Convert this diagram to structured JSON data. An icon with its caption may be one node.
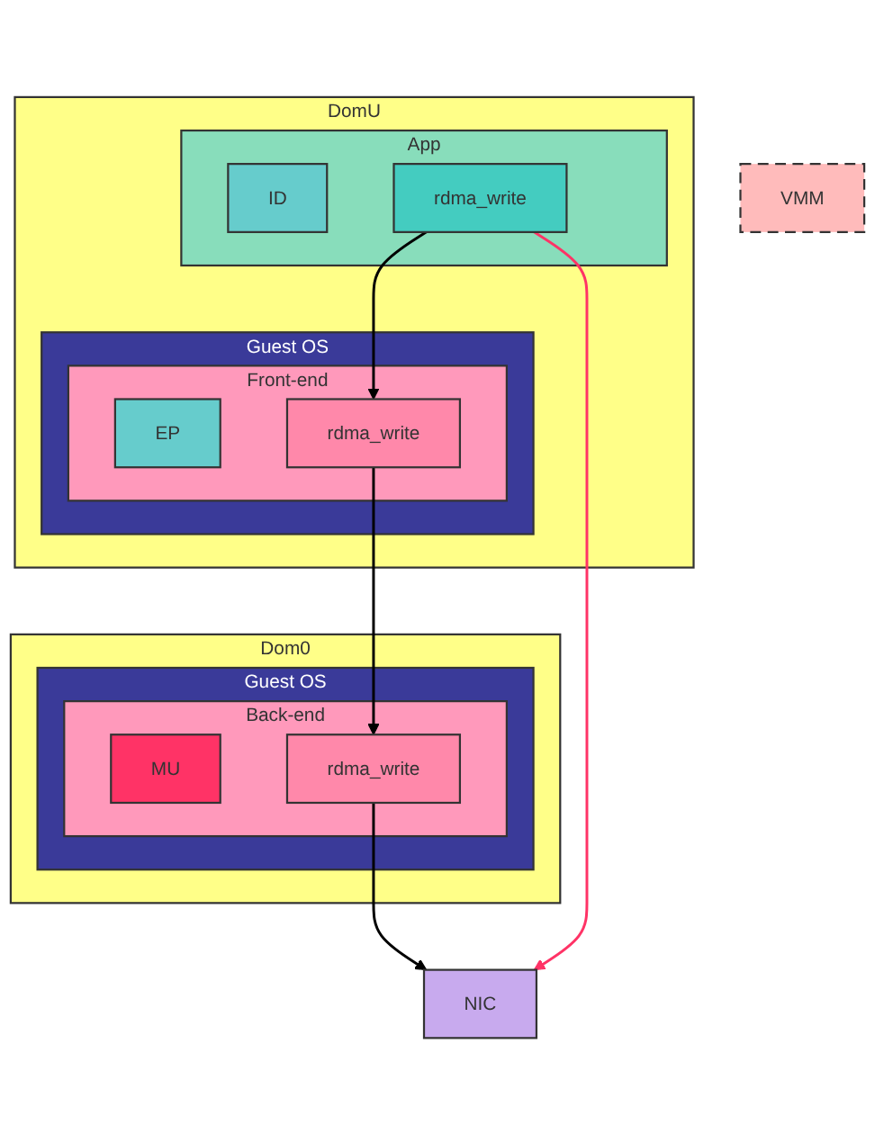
{
  "diagram": {
    "nodes": [
      {
        "text": [
          "Dom0"
        ]
      },
      {
        "text": [
          "Guest OS"
        ],
        "in": 0
      },
      {
        "text": [
          "Back-end"
        ],
        "in": 1
      },
      {
        "text": [
          "MU"
        ],
        "in": 2
      },
      {
        "text": [
          "rdma_write"
        ],
        "in": 2
      },
      {
        "text": [
          "DomU"
        ]
      },
      {
        "text": [
          "App"
        ],
        "in": 5
      },
      {
        "text": [
          "ID"
        ],
        "in": 6
      },
      {
        "text": [
          "rdma_write"
        ],
        "in": 6
      },
      {
        "text": [
          "Guest OS"
        ],
        "in": 5
      },
      {
        "text": [
          "Front-end"
        ],
        "in": 9
      },
      {
        "text": [
          "EP"
        ],
        "in": 10
      },
      {
        "text": [
          "rdma_write"
        ],
        "in": 10
      },
      {
        "text": [
          "VMM"
        ]
      },
      {
        "text": [
          "NIC"
        ]
      }
    ],
    "edges": [
      {
        "from": 8,
        "to": 12,
        "arrow": "to"
      },
      {
        "from": 12,
        "to": 4,
        "arrow": "to"
      },
      {
        "from": 4,
        "to": 14,
        "arrow": "to"
      },
      {
        "from": 8,
        "to": 14,
        "arrow": "to",
        "color": "#ff3366"
      }
    ]
  }
}
